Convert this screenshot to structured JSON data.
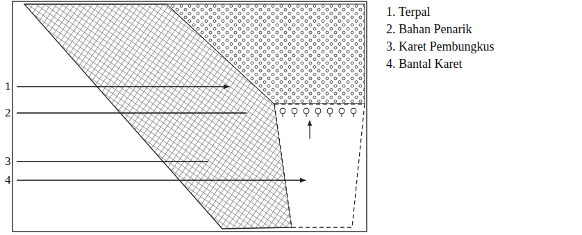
{
  "diagram": {
    "labels": [
      "1",
      "2",
      "3",
      "4",
      "1. Terpal",
      "2. Bahan Penarik",
      "3. Karet Pembungkus",
      "4. Bantal Karet"
    ]
  }
}
